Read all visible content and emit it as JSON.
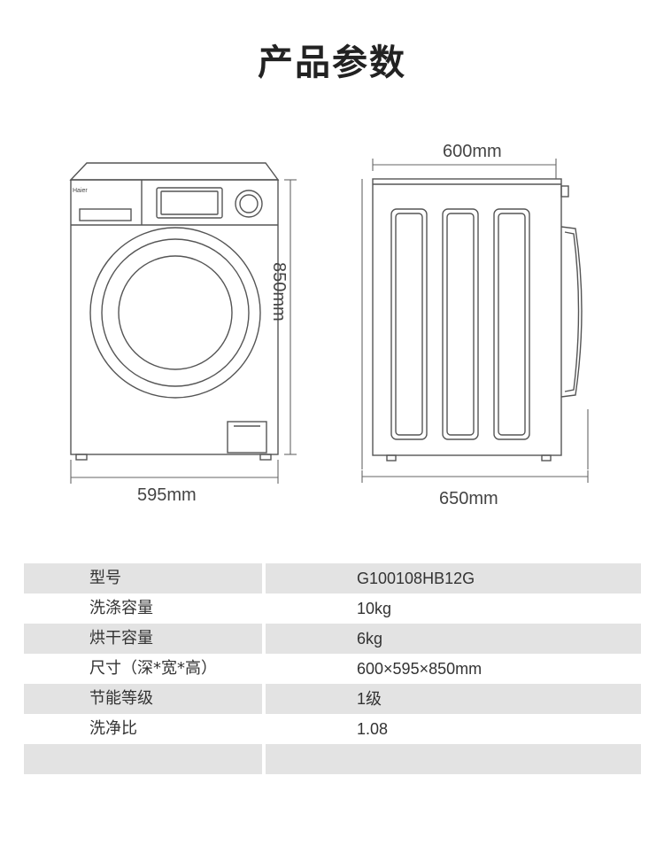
{
  "title": "产品参数",
  "front_view": {
    "brand": "Haier",
    "width_label": "595mm",
    "height_label": "850mm"
  },
  "side_view": {
    "top_width_label": "600mm",
    "depth_label": "650mm"
  },
  "specs": [
    {
      "label": "型号",
      "value": "G100108HB12G"
    },
    {
      "label": "洗涤容量",
      "value": "10kg"
    },
    {
      "label": "烘干容量",
      "value": "6kg"
    },
    {
      "label": "尺寸（深*宽*高）",
      "value": "600×595×850mm"
    },
    {
      "label": "节能等级",
      "value": "1级"
    },
    {
      "label": "洗净比",
      "value": "1.08"
    },
    {
      "label": "",
      "value": ""
    }
  ]
}
